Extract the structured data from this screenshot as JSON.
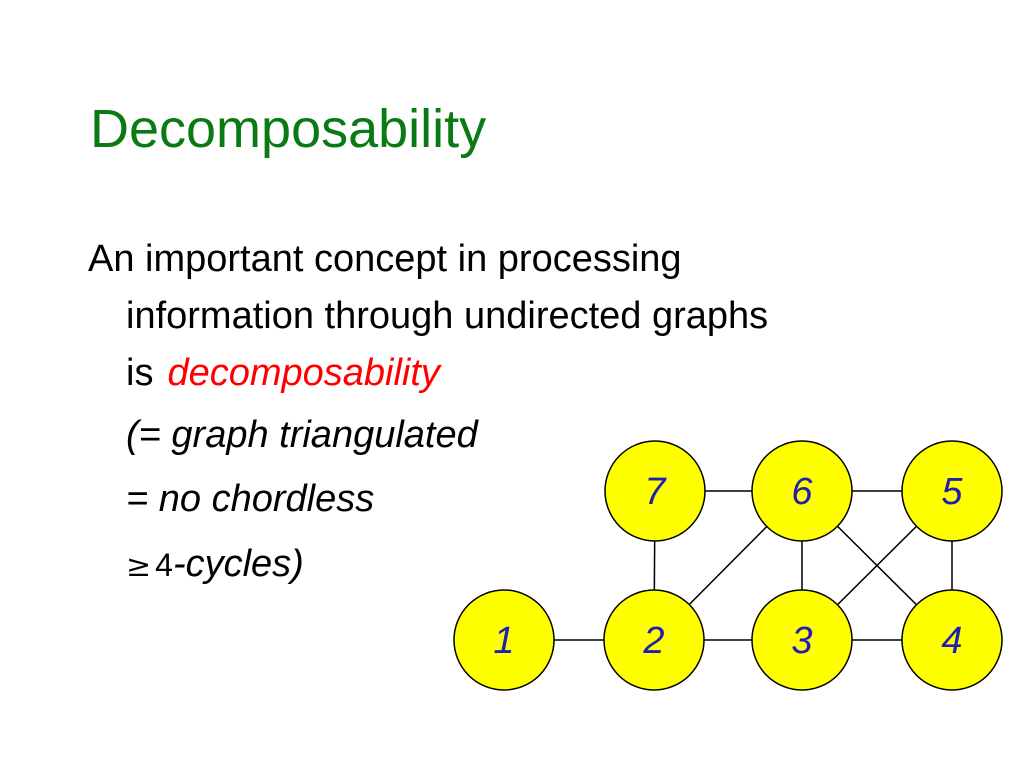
{
  "slide": {
    "title": "Decomposability",
    "lines": {
      "l1": "An important concept in processing",
      "l2": "information through undirected graphs",
      "l3_prefix": "is",
      "l3_emphasis": "decomposability",
      "l4": "(= graph triangulated",
      "l5": "= no chordless",
      "l6_symbol": "≥",
      "l6_number": "4",
      "l6_suffix": "-cycles)"
    },
    "colors": {
      "title": "#0a7a14",
      "emphasis": "#ff0000",
      "node_fill": "#ffff00",
      "node_label": "#2020b0"
    }
  },
  "graph": {
    "nodes": [
      {
        "id": "1",
        "label": "1"
      },
      {
        "id": "2",
        "label": "2"
      },
      {
        "id": "3",
        "label": "3"
      },
      {
        "id": "4",
        "label": "4"
      },
      {
        "id": "5",
        "label": "5"
      },
      {
        "id": "6",
        "label": "6"
      },
      {
        "id": "7",
        "label": "7"
      }
    ],
    "edges": [
      [
        "1",
        "2"
      ],
      [
        "2",
        "3"
      ],
      [
        "3",
        "4"
      ],
      [
        "7",
        "6"
      ],
      [
        "6",
        "5"
      ],
      [
        "7",
        "2"
      ],
      [
        "6",
        "3"
      ],
      [
        "5",
        "4"
      ],
      [
        "6",
        "2"
      ],
      [
        "6",
        "4"
      ],
      [
        "5",
        "3"
      ]
    ]
  }
}
